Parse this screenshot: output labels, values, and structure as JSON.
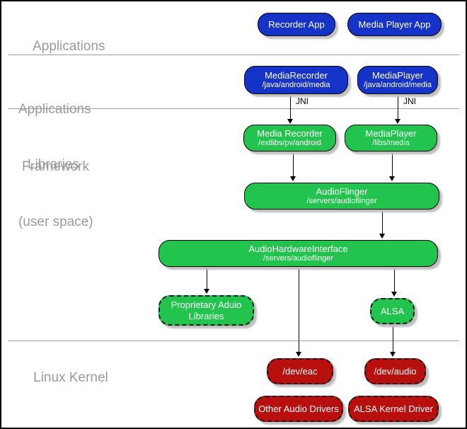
{
  "colors": {
    "app_blue": "#1533C6",
    "lib_green": "#22C44E",
    "kernel_red": "#B80F0F",
    "label_gray": "#9A9A9A",
    "divider_gray": "#999999",
    "shadow_gray": "#BFBFBF",
    "edge_black": "#000000"
  },
  "layers": {
    "applications": {
      "label": "Applications"
    },
    "framework": {
      "label_line1": "Applications",
      "label_line2": "Framework"
    },
    "libraries": {
      "label_line1": "Libraries",
      "label_line2": "(user space)"
    },
    "kernel": {
      "label": "Linux Kernel"
    }
  },
  "nodes": {
    "recorder_app": {
      "title": "Recorder App"
    },
    "media_player_app": {
      "title": "Media Player App"
    },
    "media_recorder_fw": {
      "title": "MediaRecorder",
      "subtitle": "/java/android/media"
    },
    "media_player_fw": {
      "title": "MediaPlayer",
      "subtitle": "/java/android/media"
    },
    "media_recorder_lib": {
      "title": "Media Recorder",
      "subtitle": "/extlibs/pv/android"
    },
    "media_player_lib": {
      "title": "MediaPlayer",
      "subtitle": "/libs/media"
    },
    "audioflinger": {
      "title": "AudioFlinger",
      "subtitle": "/servers/audioflinger"
    },
    "audio_hardware_interface": {
      "title": "AudioHardwareInterface",
      "subtitle": "/servers/audioflinger"
    },
    "proprietary_audio_libraries": {
      "title": "Proprietary Aduio Libraries"
    },
    "alsa": {
      "title": "ALSA"
    },
    "dev_eac": {
      "title": "/dev/eac"
    },
    "dev_audio": {
      "title": "/dev/audio"
    },
    "other_audio_drivers": {
      "title": "Other Audio Drivers"
    },
    "alsa_kernel_driver": {
      "title": "ALSA Kernel Driver"
    }
  },
  "edges": {
    "jni_left_label": "JNI",
    "jni_right_label": "JNI"
  }
}
